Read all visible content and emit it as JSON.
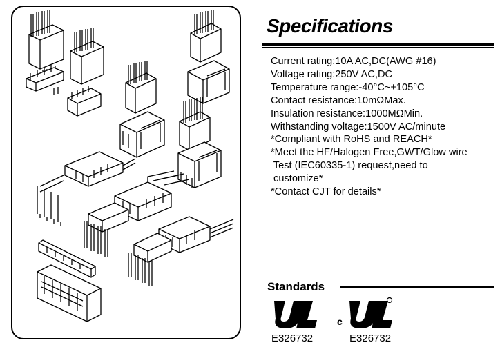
{
  "specifications": {
    "title": "Specifications",
    "items": [
      "Current rating:10A AC,DC(AWG #16)",
      "Voltage rating:250V AC,DC",
      "Temperature range:-40°C~+105°C",
      "Contact resistance:10mΩMax.",
      "Insulation resistance:1000MΩMin.",
      "Withstanding voltage:1500V AC/minute",
      "*Compliant with RoHS and REACH*",
      "*Meet the HF/Halogen Free,GWT/Glow wire",
      " Test (IEC60335-1) request,need to",
      " customize*",
      "*Contact CJT for details*"
    ]
  },
  "standards": {
    "title": "Standards",
    "certs": [
      {
        "icon": "ul-logo-icon",
        "number": "E326732"
      },
      {
        "icon": "cul-logo-icon",
        "prefix": "c",
        "number": "E326732"
      }
    ]
  }
}
